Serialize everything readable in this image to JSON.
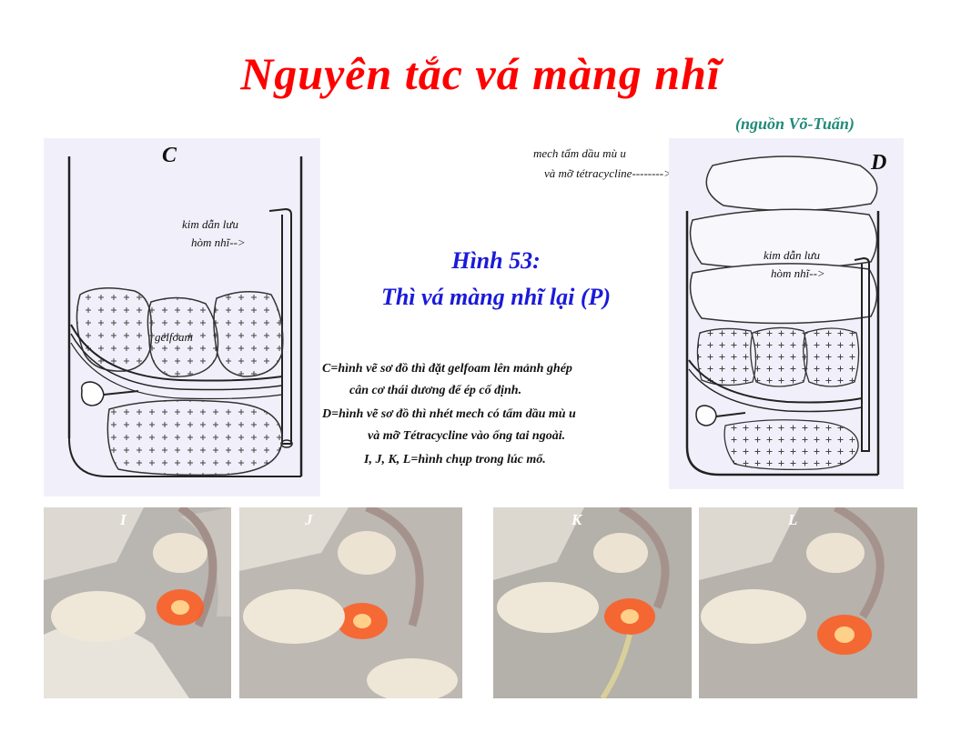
{
  "title": "Nguyên tắc vá màng nhĩ",
  "source": "(nguồn Võ-Tuấn)",
  "panel_c": {
    "letter": "C",
    "label_needle_line1": "kim dẫn lưu",
    "label_needle_line2": "hòm nhĩ-->",
    "label_gelfoam": "gelfoam"
  },
  "panel_d": {
    "letter": "D",
    "label_wick_line1": "mech tẩm dầu mù u",
    "label_wick_line2": "và mỡ tétracycline-------->",
    "label_needle_line1": "kim dẫn lưu",
    "label_needle_line2": "hòm nhĩ-->"
  },
  "figure": {
    "number": "Hình 53:",
    "caption": "Thì vá màng nhĩ lại (P)",
    "legend": [
      "C=hình vẽ sơ đồ thì đặt gelfoam lên mảnh ghép",
      "cân cơ thái dương để ép cố định.",
      "D=hình vẽ sơ đồ thì nhét mech có tẩm dầu mù u",
      "và mỡ Tétracycline vào ống tai ngoài.",
      "I, J, K, L=hình chụp trong lúc mổ."
    ]
  },
  "photos": [
    {
      "letter": "I"
    },
    {
      "letter": "J"
    },
    {
      "letter": "K"
    },
    {
      "letter": "L"
    }
  ],
  "colors": {
    "title": "#ff0000",
    "source": "#1f8a78",
    "figure_text": "#1a1adb",
    "panel_bg": "#f1f0fa"
  }
}
